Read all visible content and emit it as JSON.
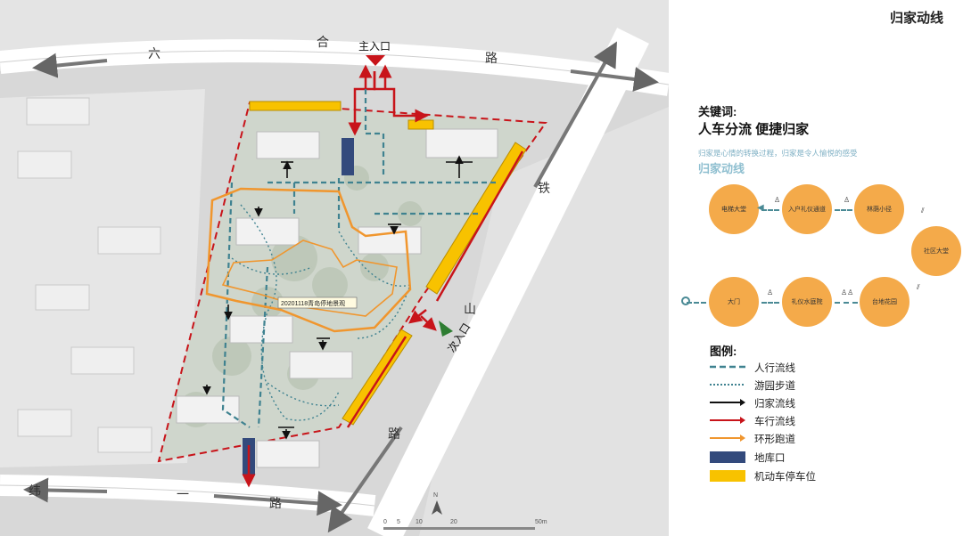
{
  "title": "归家动线",
  "keywords": {
    "label": "关键词:",
    "heading": "人车分流 便捷归家",
    "description": "归家是心情的转换过程，归家是令人愉悦的感受",
    "subtitle": "归家动线"
  },
  "flow": [
    {
      "label": "电梯大堂"
    },
    {
      "label": "入户礼仪通道"
    },
    {
      "label": "林荫小径"
    },
    {
      "label": "社区大堂"
    },
    {
      "label": "台地花园"
    },
    {
      "label": "礼仪水庭院"
    },
    {
      "label": "大门"
    }
  ],
  "map": {
    "road_names": [
      "六",
      "合",
      "路",
      "铁",
      "山",
      "路",
      "纬",
      "一",
      "路"
    ],
    "main_entrance": "主入口",
    "secondary_entrance": "次入口",
    "tooltip": "20201118青岛停地景观",
    "scale_labels": [
      "0",
      "5",
      "10",
      "20",
      "50m"
    ],
    "north": "N"
  },
  "legend": {
    "title": "图例:",
    "items": [
      {
        "label": "人行流线",
        "color": "#3f8290"
      },
      {
        "label": "游园步道",
        "color": "#3f8290"
      },
      {
        "label": "归家流线",
        "color": "#111111"
      },
      {
        "label": "车行流线",
        "color": "#c8141a"
      },
      {
        "label": "环形跑道",
        "color": "#f0962e"
      },
      {
        "label": "地库口",
        "color": "#334a7c"
      },
      {
        "label": "机动车停车位",
        "color": "#f8c200"
      }
    ]
  },
  "colors": {
    "circle": "#f4aa4a",
    "pedestrian": "#3f8290",
    "vehicle": "#c8141a",
    "running": "#f0962e",
    "garage": "#334a7c",
    "parking": "#f8c200"
  }
}
